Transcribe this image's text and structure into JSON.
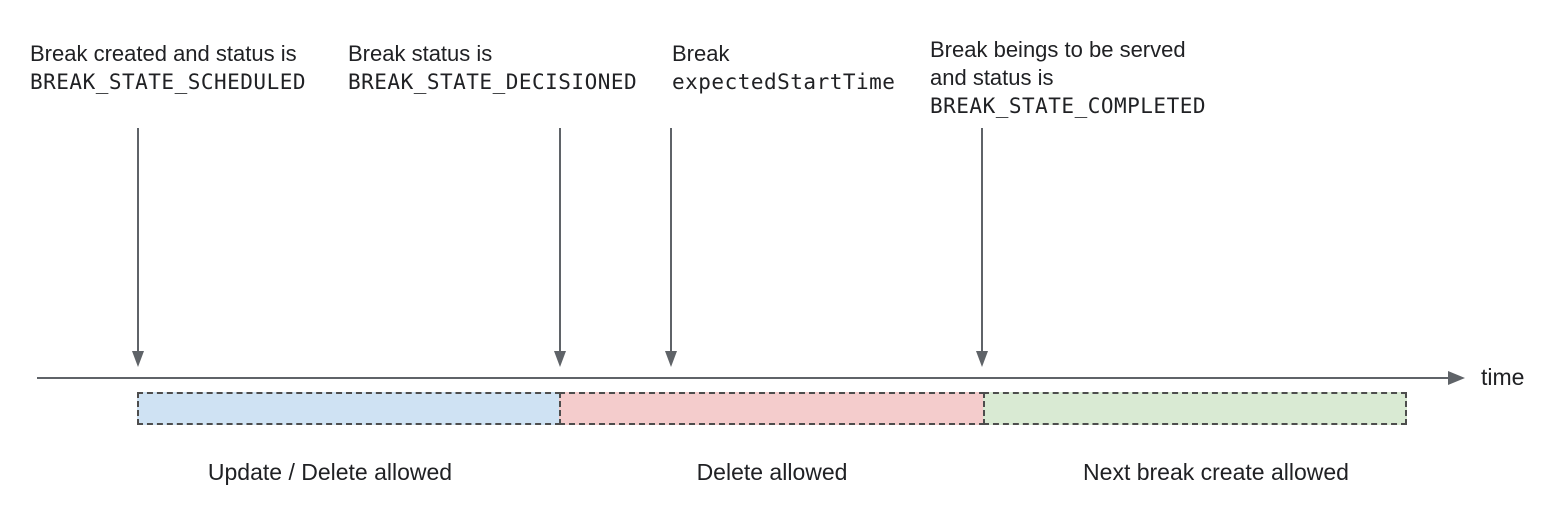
{
  "annotations": [
    {
      "line1": "Break created and status is",
      "code": "BREAK_STATE_SCHEDULED"
    },
    {
      "line1": "Break status is",
      "code": "BREAK_STATE_DECISIONED"
    },
    {
      "line1": "Break",
      "code": "expectedStartTime"
    },
    {
      "line1": "Break beings to be served",
      "line2": "and status is",
      "code": "BREAK_STATE_COMPLETED"
    }
  ],
  "timeline": {
    "axis_label": "time"
  },
  "segments": [
    {
      "label": "Update / Delete allowed",
      "color": "#cfe2f3"
    },
    {
      "label": "Delete allowed",
      "color": "#f4cccc"
    },
    {
      "label": "Next break create allowed",
      "color": "#d9ead3"
    }
  ],
  "colors": {
    "arrow_line": "#5f6368",
    "segment_border": "#4d4d4d",
    "text": "#202124"
  }
}
